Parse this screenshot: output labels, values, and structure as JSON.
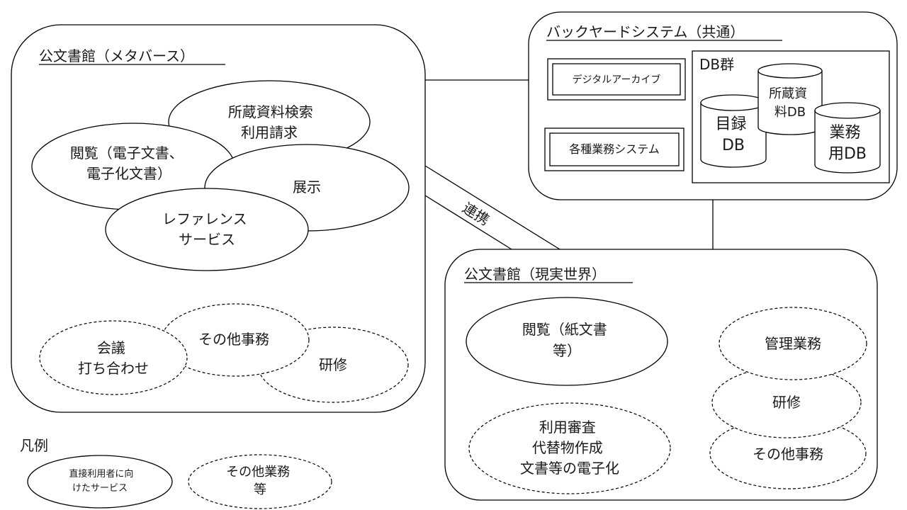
{
  "metaverse": {
    "title": "公文書館（メタバース）",
    "direct_services": [
      [
        "所蔵資料検索",
        "利用請求"
      ],
      [
        "閲覧（電子文書、",
        "電子化文書）"
      ],
      [
        "展示"
      ],
      [
        "レファレンス",
        "サービス"
      ]
    ],
    "other_services": [
      [
        "その他事務"
      ],
      [
        "会議",
        "打ち合わせ"
      ],
      [
        "研修"
      ]
    ]
  },
  "backyard": {
    "title": "バックヤードシステム（共通）",
    "systems": [
      "デジタルアーカイブ",
      "各種業務システム"
    ],
    "db_group": {
      "title": "DB群",
      "databases": [
        [
          "所蔵資",
          "料DB"
        ],
        [
          "目録",
          "DB"
        ],
        [
          "業務",
          "用DB"
        ]
      ]
    }
  },
  "link_label": "連携",
  "real_world": {
    "title": "公文書館（現実世界）",
    "direct_services": [
      [
        "閲覧（紙文書",
        "等）"
      ]
    ],
    "other_services": [
      [
        "利用審査",
        "代替物作成",
        "文書等の電子化"
      ],
      [
        "管理業務"
      ],
      [
        "研修"
      ],
      [
        "その他事務"
      ]
    ]
  },
  "legend": {
    "title": "凡例",
    "direct": [
      "直接利用者に向",
      "けたサービス"
    ],
    "other": [
      "その他業務",
      "等"
    ]
  }
}
